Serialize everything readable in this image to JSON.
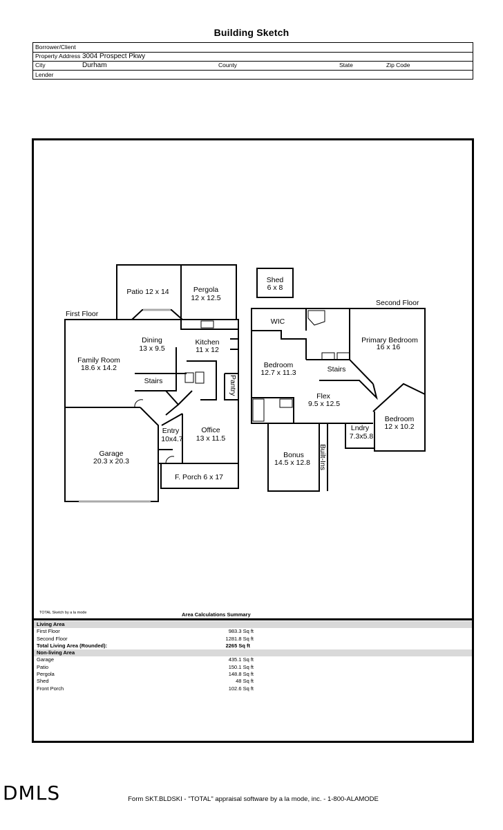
{
  "header": {
    "title": "Building Sketch",
    "borrower_label": "Borrower/Client",
    "borrower_value": "",
    "address_label": "Property Address",
    "address_value": "3004 Prospect Pkwy",
    "city_label": "City",
    "city_value": "Durham",
    "county_label": "County",
    "state_label": "State",
    "zip_label": "Zip Code",
    "lender_label": "Lender"
  },
  "floorplan": {
    "first_floor_label": "First Floor",
    "second_floor_label": "Second Floor",
    "rooms": {
      "patio": "Patio 12 x 14",
      "pergola_name": "Pergola",
      "pergola_dim": "12 x 12.5",
      "shed_name": "Shed",
      "shed_dim": "6 x 8",
      "dining_name": "Dining",
      "dining_dim": "13 x 9.5",
      "kitchen_name": "Kitchen",
      "kitchen_dim": "11 x 12",
      "family_name": "Family Room",
      "family_dim": "18.6 x 14.2",
      "stairs1": "Stairs",
      "pantry": "Pantry",
      "entry_name": "Entry",
      "entry_dim": "10x4.7",
      "office_name": "Office",
      "office_dim": "13 x 11.5",
      "garage_name": "Garage",
      "garage_dim": "20.3 x 20.3",
      "porch": "F. Porch 6 x 17",
      "wic": "WIC",
      "primary_name": "Primary Bedroom",
      "primary_dim": "16 x 16",
      "bedroom1_name": "Bedroom",
      "bedroom1_dim": "12.7 x 11.3",
      "stairs2": "Stairs",
      "flex_name": "Flex",
      "flex_dim": "9.5 x 12.5",
      "laundry_name": "Lndry",
      "laundry_dim": "7.3x5.8",
      "bedroom2_name": "Bedroom",
      "bedroom2_dim": "12 x 10.2",
      "bonus_name": "Bonus",
      "bonus_dim": "14.5 x 12.8",
      "builtins": "Built-Ins"
    }
  },
  "summary": {
    "credit": "TOTAL Sketch by a la mode",
    "title": "Area Calculations Summary",
    "living_header": "Living Area",
    "living": [
      {
        "name": "First Floor",
        "value": "983.3 Sq ft"
      },
      {
        "name": "Second Floor",
        "value": "1281.8 Sq ft"
      }
    ],
    "total_label": "Total Living Area (Rounded):",
    "total_value": "2265 Sq ft",
    "nonliving_header": "Non-living Area",
    "nonliving": [
      {
        "name": "Garage",
        "value": "435.1 Sq ft"
      },
      {
        "name": "Patio",
        "value": "150.1 Sq ft"
      },
      {
        "name": "Pergola",
        "value": "148.8 Sq ft"
      },
      {
        "name": "Shed",
        "value": "48 Sq ft"
      },
      {
        "name": "Front Porch",
        "value": "102.6 Sq ft"
      }
    ]
  },
  "footer": {
    "text": "Form SKT.BLDSKI - \"TOTAL\" appraisal software by a la mode, inc. - 1-800-ALAMODE",
    "logo": "DMLS"
  }
}
